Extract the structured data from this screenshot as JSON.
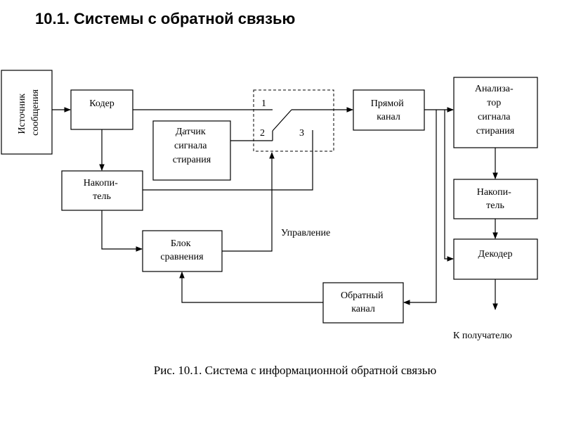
{
  "title": "10.1. Системы с обратной связью",
  "diagram": {
    "source": [
      "Источник",
      "сообщения"
    ],
    "coder": [
      "Кодер"
    ],
    "sensor": [
      "Датчик",
      "сигнала",
      "стирания"
    ],
    "storage_left": [
      "Накопи-",
      "тель"
    ],
    "comparator": [
      "Блок",
      "сравнения"
    ],
    "forward_channel": [
      "Прямой",
      "канал"
    ],
    "analyzer": [
      "Анализа-",
      "тор",
      "сигнала",
      "стирания"
    ],
    "storage_right": [
      "Накопи-",
      "тель"
    ],
    "decoder": [
      "Декодер"
    ],
    "feedback_channel": [
      "Обратный",
      "канал"
    ],
    "switch_labels": [
      "1",
      "2",
      "3"
    ],
    "control_label": "Управление",
    "receiver_label": "К получателю"
  },
  "caption": "Рис. 10.1. Система с информационной обратной связью"
}
